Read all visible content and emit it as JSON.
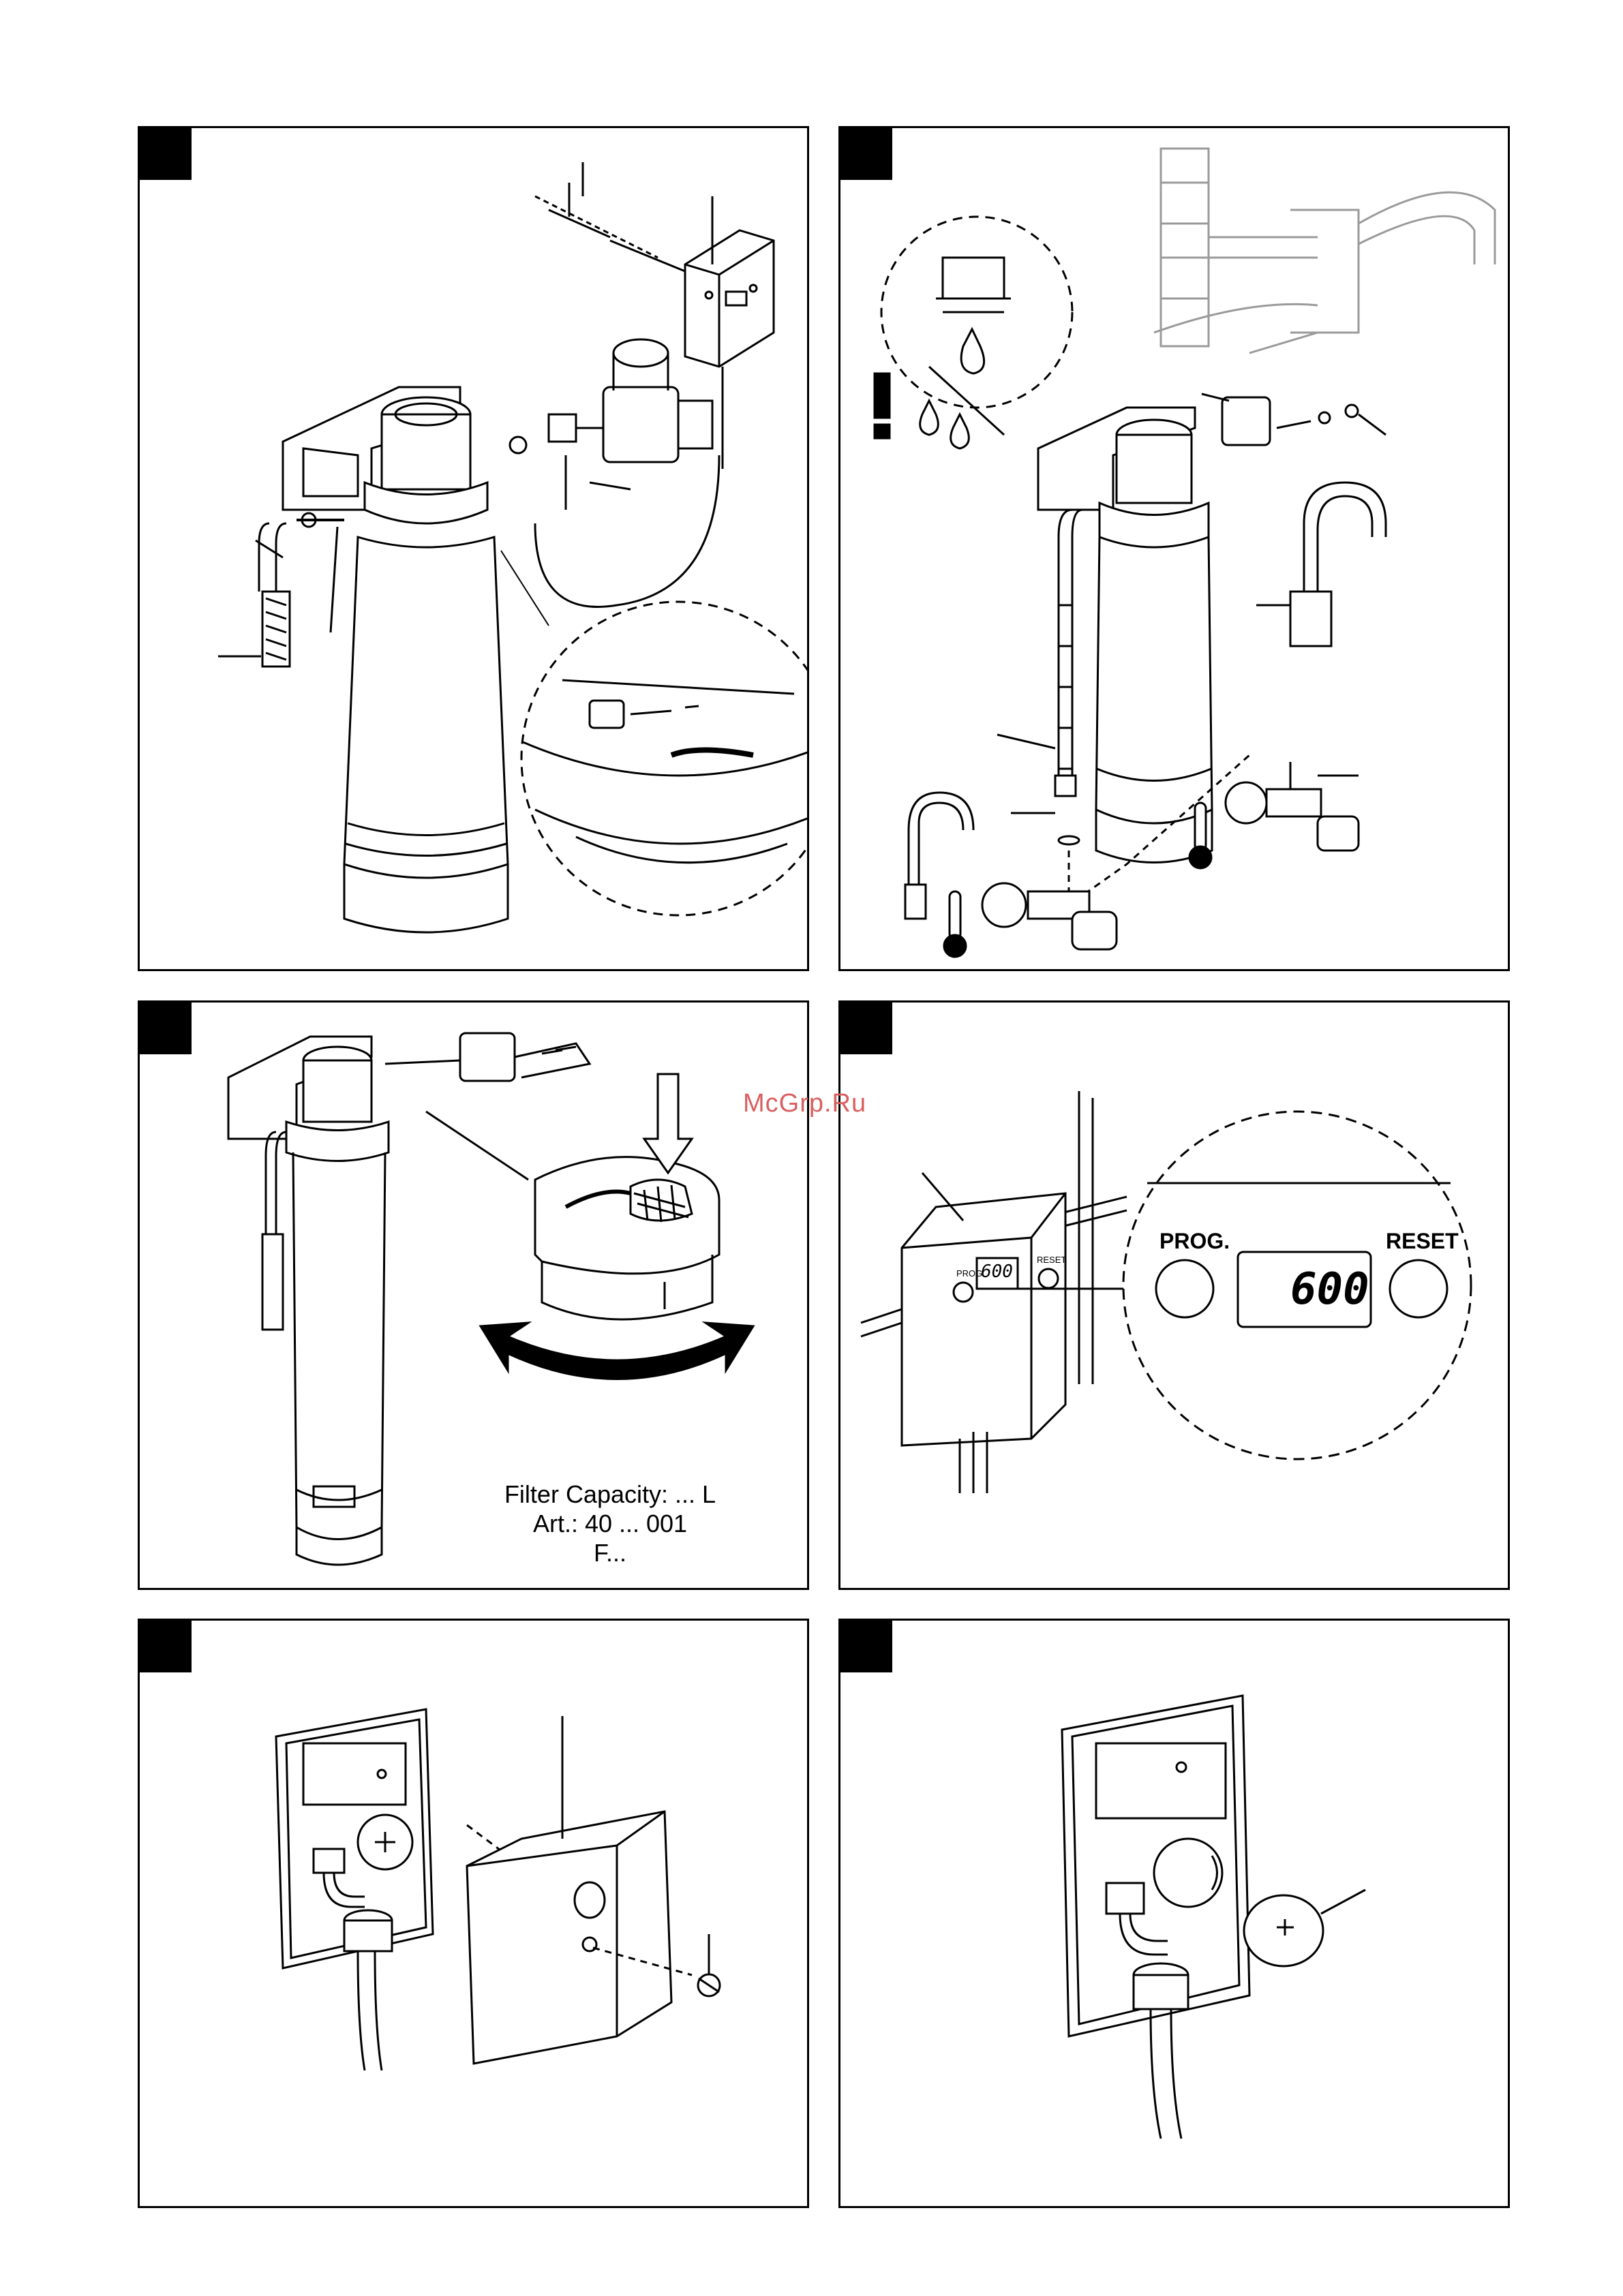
{
  "page": {
    "watermark": "McGrp.Ru"
  },
  "panels": [
    {
      "id": 1
    },
    {
      "id": 2
    },
    {
      "id": 3,
      "label_lines": [
        "Filter Capacity: ... L",
        "Art.: 40 ... 001",
        "F..."
      ]
    },
    {
      "id": 4,
      "display": {
        "prog_label": "PROG.",
        "reset_label": "RESET",
        "value": "600"
      }
    },
    {
      "id": 5
    },
    {
      "id": 6
    }
  ],
  "colors": {
    "line": "#000000",
    "paper": "#ffffff",
    "watermark": "#d96060"
  }
}
